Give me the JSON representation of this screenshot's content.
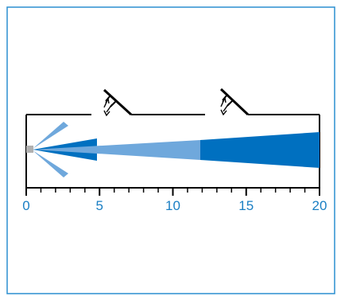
{
  "colors": {
    "frame": "#2b8fd0",
    "axis": "#000000",
    "tick_text": "#1a7fc4",
    "beam_dark": "#0070c0",
    "beam_light": "#6fa8dc",
    "sensor": "#b0b0b0"
  },
  "icons": {
    "reflector_1": "reflector-mirror-icon",
    "reflector_2": "reflector-mirror-icon",
    "sensor": "sensor-source-icon"
  },
  "axis": {
    "min": 0,
    "max": 20,
    "major_ticks": [
      {
        "value": 0,
        "label": "0"
      },
      {
        "value": 5,
        "label": "5"
      },
      {
        "value": 10,
        "label": "10"
      },
      {
        "value": 15,
        "label": "15"
      },
      {
        "value": 20,
        "label": "20"
      }
    ],
    "minor_step": 1
  },
  "beam": {
    "near_field_end": 5,
    "light_end": 12,
    "far_end": 20
  },
  "reflectors": [
    {
      "position": 5.8
    },
    {
      "position": 13.8
    }
  ]
}
